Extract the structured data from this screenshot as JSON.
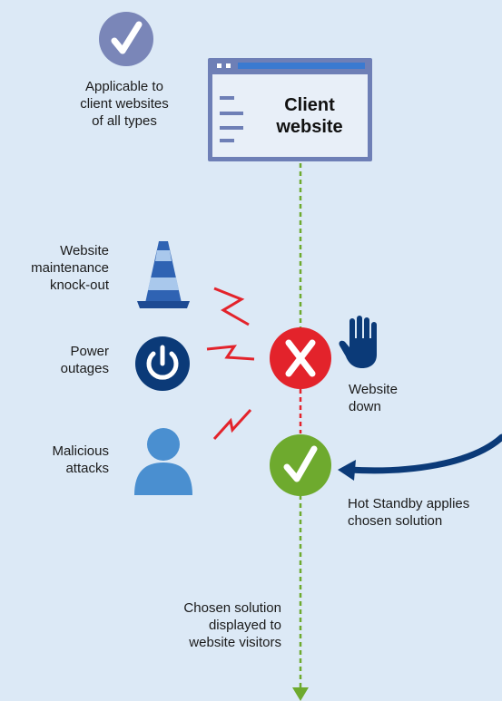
{
  "top_note": {
    "line1": "Applicable to",
    "line2": "client websites",
    "line3": "of all types"
  },
  "website_box": {
    "line1": "Client",
    "line2": "website"
  },
  "threats": {
    "maintenance": {
      "line1": "Website",
      "line2": "maintenance",
      "line3": "knock-out"
    },
    "power": {
      "line1": "Power",
      "line2": "outages"
    },
    "attacks": {
      "line1": "Malicious",
      "line2": "attacks"
    }
  },
  "status_down": {
    "line1": "Website",
    "line2": "down"
  },
  "hot_standby": {
    "line1": "Hot Standby applies",
    "line2": "chosen solution"
  },
  "bottom_note": {
    "line1": "Chosen solution",
    "line2": "displayed to",
    "line3": "website visitors"
  },
  "colors": {
    "background": "#dce9f6",
    "navy": "#0b3a78",
    "purple_circle": "#7a86b8",
    "red": "#e3232b",
    "green": "#6eaa2e",
    "person_blue": "#4a8fd0",
    "cone_blue": "#2f63b3"
  }
}
